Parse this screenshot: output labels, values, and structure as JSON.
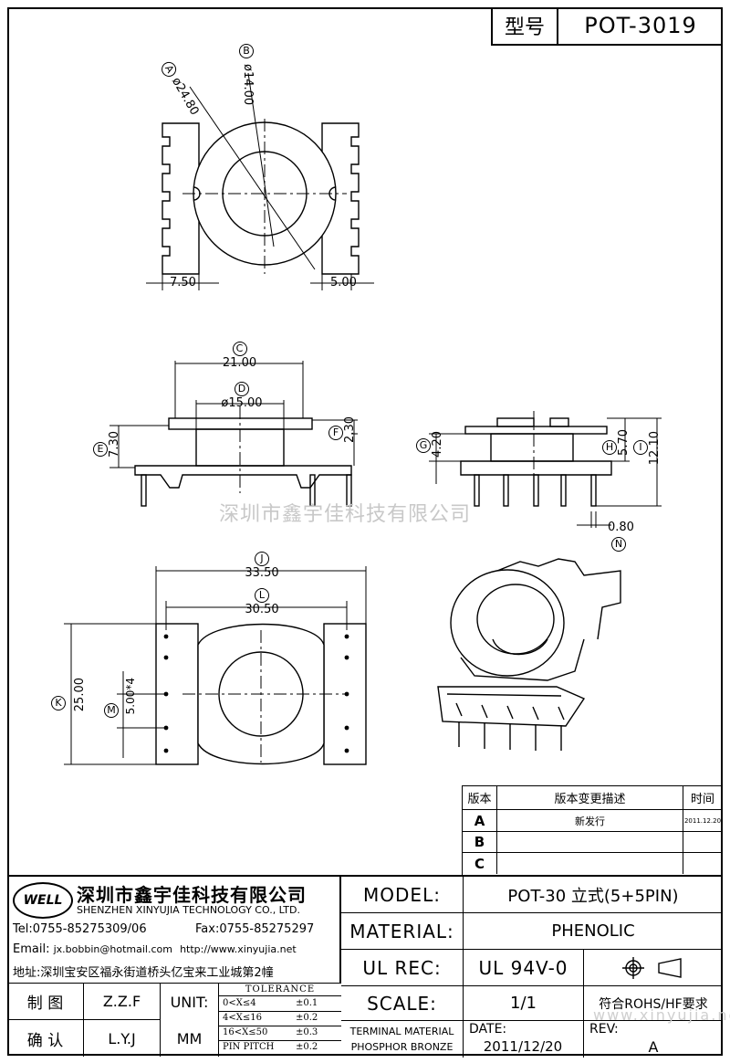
{
  "header": {
    "type_label": "型号",
    "part_number": "POT-3019"
  },
  "dimensions": {
    "A": {
      "letter": "A",
      "value": "ø24.80"
    },
    "B": {
      "letter": "B",
      "value": "ø14.00"
    },
    "C": {
      "letter": "C",
      "value": "21.00"
    },
    "D": {
      "letter": "D",
      "value": "ø15.00"
    },
    "E": {
      "letter": "E",
      "value": "7.30"
    },
    "F": {
      "letter": "F",
      "value": "2.30"
    },
    "G": {
      "letter": "G",
      "value": "4.20"
    },
    "H": {
      "letter": "H",
      "value": "5.70"
    },
    "I": {
      "letter": "I",
      "value": "12.10"
    },
    "J": {
      "letter": "J",
      "value": "33.50"
    },
    "K": {
      "letter": "K",
      "value": "25.00"
    },
    "L": {
      "letter": "L",
      "value": "30.50"
    },
    "M": {
      "letter": "M",
      "value": "5.00*4"
    },
    "N": {
      "letter": "N",
      "value": "0.80"
    },
    "left_offset": "7.50",
    "right_offset": "5.00"
  },
  "watermark": "深圳市鑫宇佳科技有限公司",
  "watermark_url": "www.xinyujia.net",
  "revision_table": {
    "headers": {
      "version": "版本",
      "description": "版本变更描述",
      "time": "时间"
    },
    "rows": [
      {
        "version": "A",
        "description": "新发行",
        "time": "2011.12.20"
      },
      {
        "version": "B",
        "description": "",
        "time": ""
      },
      {
        "version": "C",
        "description": "",
        "time": ""
      }
    ]
  },
  "company": {
    "logo_text": "WELL",
    "name_cn": "深圳市鑫宇佳科技有限公司",
    "name_en": "SHENZHEN XINYUJIA TECHNOLOGY CO., LTD.",
    "tel": "Tel:0755-85275309/06",
    "fax": "Fax:0755-85275297",
    "email_label": "Email:",
    "email": "jx.bobbin@hotmail.com",
    "website": "http://www.xinyujia.net",
    "address": "地址:深圳宝安区福永街道桥头亿宝来工业城第2幢"
  },
  "spec": {
    "model_label": "MODEL:",
    "model_value": "POT-30 立式(5+5PIN)",
    "material_label": "MATERIAL:",
    "material_value": "PHENOLIC",
    "ulrec_label": "UL REC:",
    "ulrec_value": "UL 94V-0",
    "scale_label": "SCALE:",
    "scale_value": "1/1",
    "rohs": "符合ROHS/HF要求",
    "terminal_label": "TERMINAL MATERIAL",
    "terminal_value": "PHOSPHOR BRONZE",
    "date_label": "DATE:",
    "date_value": "2011/12/20",
    "rev_label": "REV:",
    "rev_value": "A"
  },
  "signoff": {
    "drawn_label": "制 图",
    "drawn_by": "Z.Z.F",
    "approved_label": "确 认",
    "approved_by": "L.Y.J",
    "unit_label": "UNIT:",
    "unit_value": "MM"
  },
  "tolerance": {
    "title": "TOLERANCE",
    "rows": [
      {
        "range": "0<X≤4",
        "value": "±0.1"
      },
      {
        "range": "4<X≤16",
        "value": "±0.2"
      },
      {
        "range": "16<X≤50",
        "value": "±0.3"
      },
      {
        "range": "PIN PITCH",
        "value": "±0.2"
      }
    ]
  }
}
